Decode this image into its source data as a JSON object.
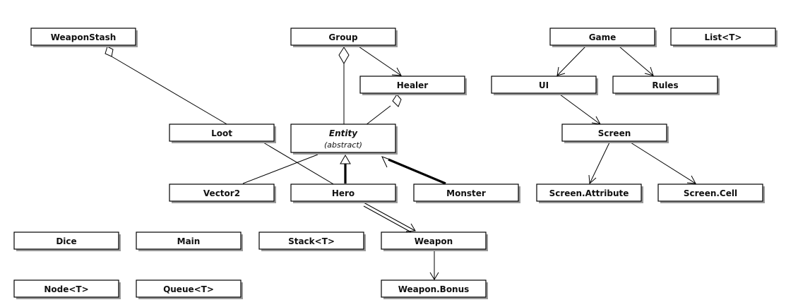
{
  "diagram": {
    "classes": {
      "weaponstash": "WeaponStash",
      "group": "Group",
      "game": "Game",
      "list_t": "List<T>",
      "healer": "Healer",
      "ui": "UI",
      "rules": "Rules",
      "loot": "Loot",
      "entity": "Entity",
      "entity_stereotype": "(abstract)",
      "screen": "Screen",
      "vector2": "Vector2",
      "hero": "Hero",
      "monster": "Monster",
      "screen_attribute": "Screen.Attribute",
      "screen_cell": "Screen.Cell",
      "dice": "Dice",
      "main": "Main",
      "stack_t": "Stack<T>",
      "weapon": "Weapon",
      "node_t": "Node<T>",
      "queue_t": "Queue<T>",
      "weapon_bonus": "Weapon.Bonus"
    },
    "relations": [
      {
        "from": "WeaponStash",
        "to": "Loot",
        "kind": "aggregation"
      },
      {
        "from": "Group",
        "to": "Entity",
        "kind": "aggregation"
      },
      {
        "from": "Group",
        "to": "Healer",
        "kind": "association"
      },
      {
        "from": "Healer",
        "to": "Entity",
        "kind": "aggregation"
      },
      {
        "from": "Game",
        "to": "UI",
        "kind": "association"
      },
      {
        "from": "Game",
        "to": "Rules",
        "kind": "association"
      },
      {
        "from": "UI",
        "to": "Screen",
        "kind": "association"
      },
      {
        "from": "Screen",
        "to": "Screen.Attribute",
        "kind": "association"
      },
      {
        "from": "Screen",
        "to": "Screen.Cell",
        "kind": "association"
      },
      {
        "from": "Loot",
        "to": "Hero",
        "kind": "association"
      },
      {
        "from": "Entity",
        "to": "Vector2",
        "kind": "association"
      },
      {
        "from": "Hero",
        "to": "Entity",
        "kind": "inheritance"
      },
      {
        "from": "Monster",
        "to": "Entity",
        "kind": "inheritance"
      },
      {
        "from": "Hero",
        "to": "Weapon",
        "kind": "association"
      },
      {
        "from": "Weapon",
        "to": "Weapon.Bonus",
        "kind": "association"
      }
    ]
  }
}
